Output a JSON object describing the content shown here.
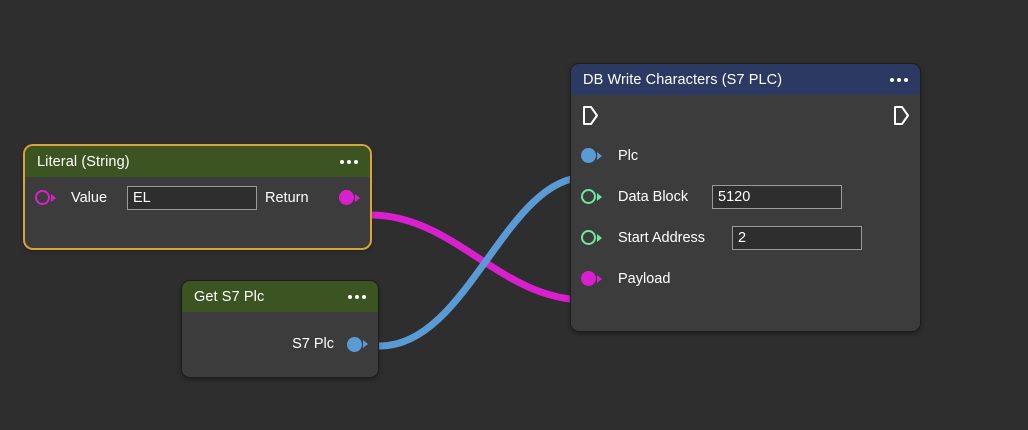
{
  "canvas": {
    "background": "#2e2e2e",
    "selection_color": "#d9a23a"
  },
  "nodes": [
    {
      "id": "literal-string",
      "title": "Literal (String)",
      "header_color": "#3c5322",
      "selected": true,
      "menu_icon": "kebab-menu-icon",
      "ports": [
        {
          "name": "Value",
          "label": "Value",
          "kind": "input",
          "shape": "ring",
          "color": "#d920cf",
          "value": "EL"
        },
        {
          "name": "Return",
          "label": "Return",
          "kind": "output",
          "shape": "filled",
          "color": "#d920cf"
        }
      ]
    },
    {
      "id": "get-s7-plc",
      "title": "Get S7 Plc",
      "header_color": "#3c5322",
      "selected": false,
      "menu_icon": "kebab-menu-icon",
      "ports": [
        {
          "name": "S7 Plc",
          "label": "S7 Plc",
          "kind": "output",
          "shape": "filled",
          "color": "#5b9bd5"
        }
      ]
    },
    {
      "id": "db-write-characters",
      "title": "DB Write Characters (S7 PLC)",
      "header_color": "#2c3a63",
      "selected": false,
      "menu_icon": "kebab-menu-icon",
      "exec_in": "exec-in-icon",
      "exec_out": "exec-out-icon",
      "ports": [
        {
          "name": "Plc",
          "label": "Plc",
          "kind": "input",
          "shape": "filled",
          "color": "#5b9bd5"
        },
        {
          "name": "Data Block",
          "label": "Data Block",
          "kind": "input",
          "shape": "ring",
          "color": "#6ee7a0",
          "value": "5120"
        },
        {
          "name": "Start Address",
          "label": "Start Address",
          "kind": "input",
          "shape": "ring",
          "color": "#6ee7a0",
          "value": "2"
        },
        {
          "name": "Payload",
          "label": "Payload",
          "kind": "input",
          "shape": "filled",
          "color": "#d920cf"
        }
      ]
    }
  ],
  "connections": [
    {
      "from": "literal-string.Return",
      "to": "db-write-characters.Payload",
      "color": "#d920cf"
    },
    {
      "from": "get-s7-plc.S7 Plc",
      "to": "db-write-characters.Plc",
      "color": "#5b9bd5"
    }
  ]
}
